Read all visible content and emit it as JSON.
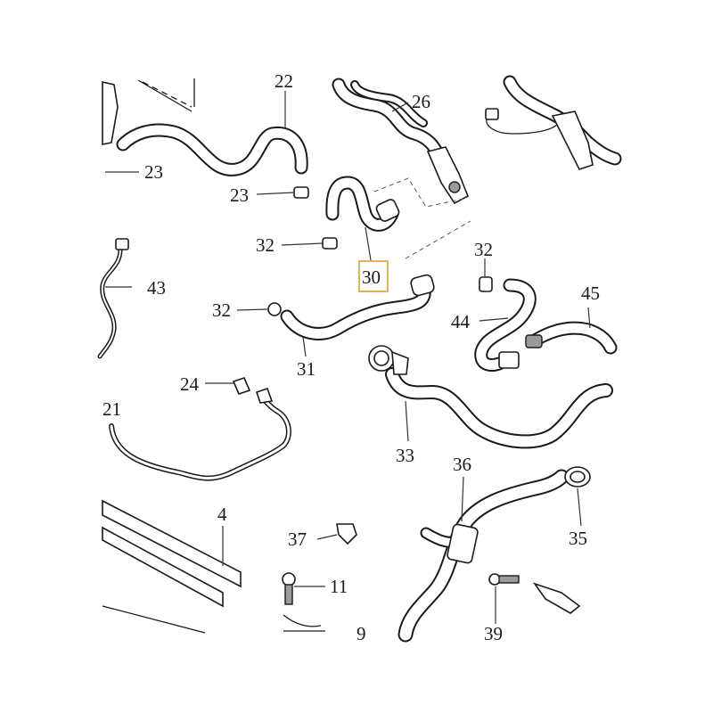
{
  "callouts": [
    {
      "id": "c22",
      "text": "22"
    },
    {
      "id": "c26",
      "text": "26"
    },
    {
      "id": "c23a",
      "text": "23"
    },
    {
      "id": "c23b",
      "text": "23"
    },
    {
      "id": "c32a",
      "text": "32"
    },
    {
      "id": "c30",
      "text": "30"
    },
    {
      "id": "c32b",
      "text": "32"
    },
    {
      "id": "c43",
      "text": "43"
    },
    {
      "id": "c45",
      "text": "45"
    },
    {
      "id": "c32c",
      "text": "32"
    },
    {
      "id": "c44",
      "text": "44"
    },
    {
      "id": "c31",
      "text": "31"
    },
    {
      "id": "c24",
      "text": "24"
    },
    {
      "id": "c21",
      "text": "21"
    },
    {
      "id": "c33",
      "text": "33"
    },
    {
      "id": "c36",
      "text": "36"
    },
    {
      "id": "c4",
      "text": "4"
    },
    {
      "id": "c37",
      "text": "37"
    },
    {
      "id": "c35",
      "text": "35"
    },
    {
      "id": "c11",
      "text": "11"
    },
    {
      "id": "c9",
      "text": "9"
    },
    {
      "id": "c39",
      "text": "39"
    }
  ],
  "highlight": {
    "part": "30",
    "color": "#e0a030"
  }
}
